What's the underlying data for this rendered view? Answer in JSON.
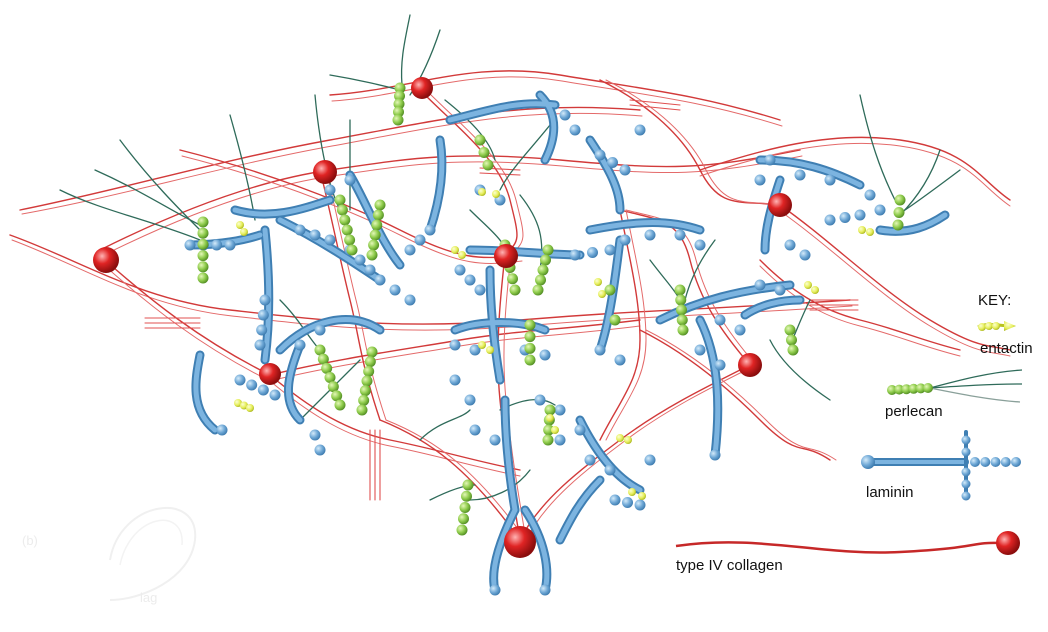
{
  "key": {
    "title": "KEY:",
    "items": [
      {
        "name": "entactin",
        "color": "#d6e84a",
        "icon": "entactin-icon"
      },
      {
        "name": "perlecan",
        "color": "#8bc34a",
        "icon": "perlecan-icon"
      },
      {
        "name": "laminin",
        "color": "#6fa8d6",
        "icon": "laminin-icon"
      },
      {
        "name": "type IV collagen",
        "color": "#c62828",
        "icon": "collagen-icon"
      }
    ]
  },
  "ghost": {
    "a": "(b)",
    "b": "lag"
  },
  "colors": {
    "collagen": "#d23a3a",
    "collagen_node": "#d11f1f",
    "laminin": "#6aa6d4",
    "laminin_dark": "#3f7fb3",
    "perlecan": "#8bc34a",
    "perlecan_strand": "#2f6b5a",
    "entactin": "#e6ee5a"
  }
}
